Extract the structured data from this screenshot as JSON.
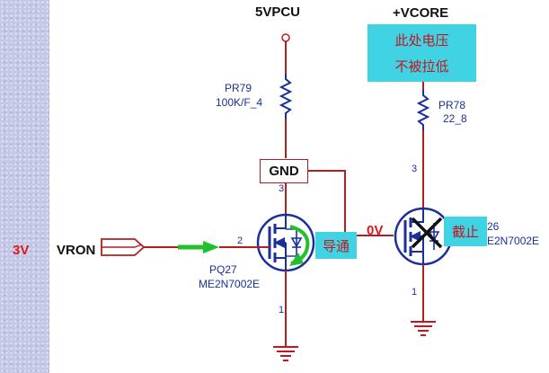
{
  "nodes": {
    "top_left_rail": "5VPCU",
    "top_right_rail": "+VCORE",
    "input_signal": "VRON",
    "input_voltage": "3V",
    "node_voltage": "0V",
    "gnd_label": "GND"
  },
  "components": {
    "r_left": {
      "ref": "PR79",
      "value": "100K/F_4"
    },
    "r_right": {
      "ref": "PR78",
      "value": "22_8"
    },
    "q_left": {
      "ref": "PQ27",
      "part": "ME2N7002E",
      "pin_gate": "2",
      "pin_drain": "3",
      "pin_source": "1"
    },
    "q_right": {
      "ref_fragment": "26",
      "part_fragment": "E2N7002E",
      "pin_drain": "3",
      "pin_source": "1"
    }
  },
  "annotations": {
    "note_line1": "此处电压",
    "note_line2": "不被拉低",
    "state_on": "导通",
    "state_off": "截止"
  },
  "colors": {
    "wire_red": "#b41e1e",
    "symbol_blue": "#1a2f9a",
    "ground_red": "#c8141e",
    "annotation_bg": "#3fd3e3",
    "arrow_green": "#22c02a"
  }
}
